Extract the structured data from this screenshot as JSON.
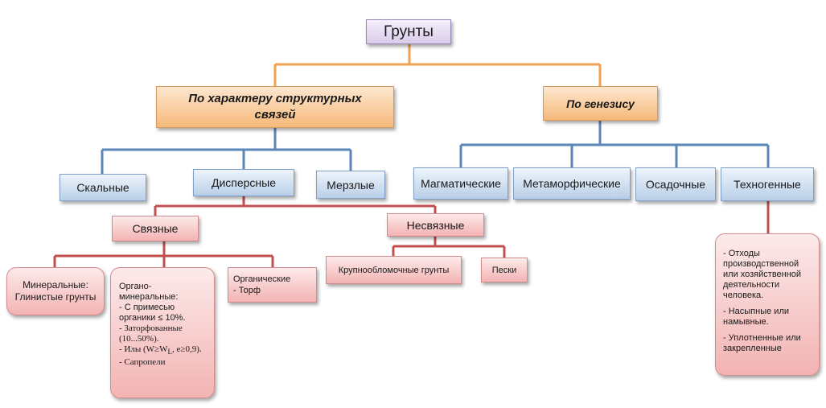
{
  "root": "Грунты",
  "categories": {
    "structural": "По характеру структурных связей",
    "genesis": "По генезису"
  },
  "structural_types": [
    "Скальные",
    "Дисперсные",
    "Мерзлые"
  ],
  "genesis_types": [
    "Магматические",
    "Метаморфические",
    "Осадочные",
    "Техногенные"
  ],
  "dispersed": {
    "cohesive": "Связные",
    "noncohesive": "Несвязные"
  },
  "cohesive_types": {
    "mineral": "Минеральные: Глинистые грунты",
    "organo_l1": "Органо-",
    "organo_l2": "минеральные:",
    "organo_l3": "- С примесью органики ≤ 10%.",
    "organo_l4": "- Заторфованные (10...50%).",
    "organo_l5a": "- Илы (W≥W",
    "organo_l5sub": "L",
    "organo_l5b": ", e≥0,9).",
    "organo_l6": "- Сапропели",
    "organic_l1": "Органические",
    "organic_l2": "- Торф"
  },
  "noncohesive_types": [
    "Крупнообломочные грунты",
    "Пески"
  ],
  "technogenic_details": [
    "- Отходы производственной или хозяйственной деятельности человека.",
    "- Насыпные или намывные.",
    "- Уплотненные или закрепленные"
  ],
  "colors": {
    "orange_line": "#f0a050",
    "blue_line": "#5a86b8",
    "red_line": "#c0504d"
  }
}
